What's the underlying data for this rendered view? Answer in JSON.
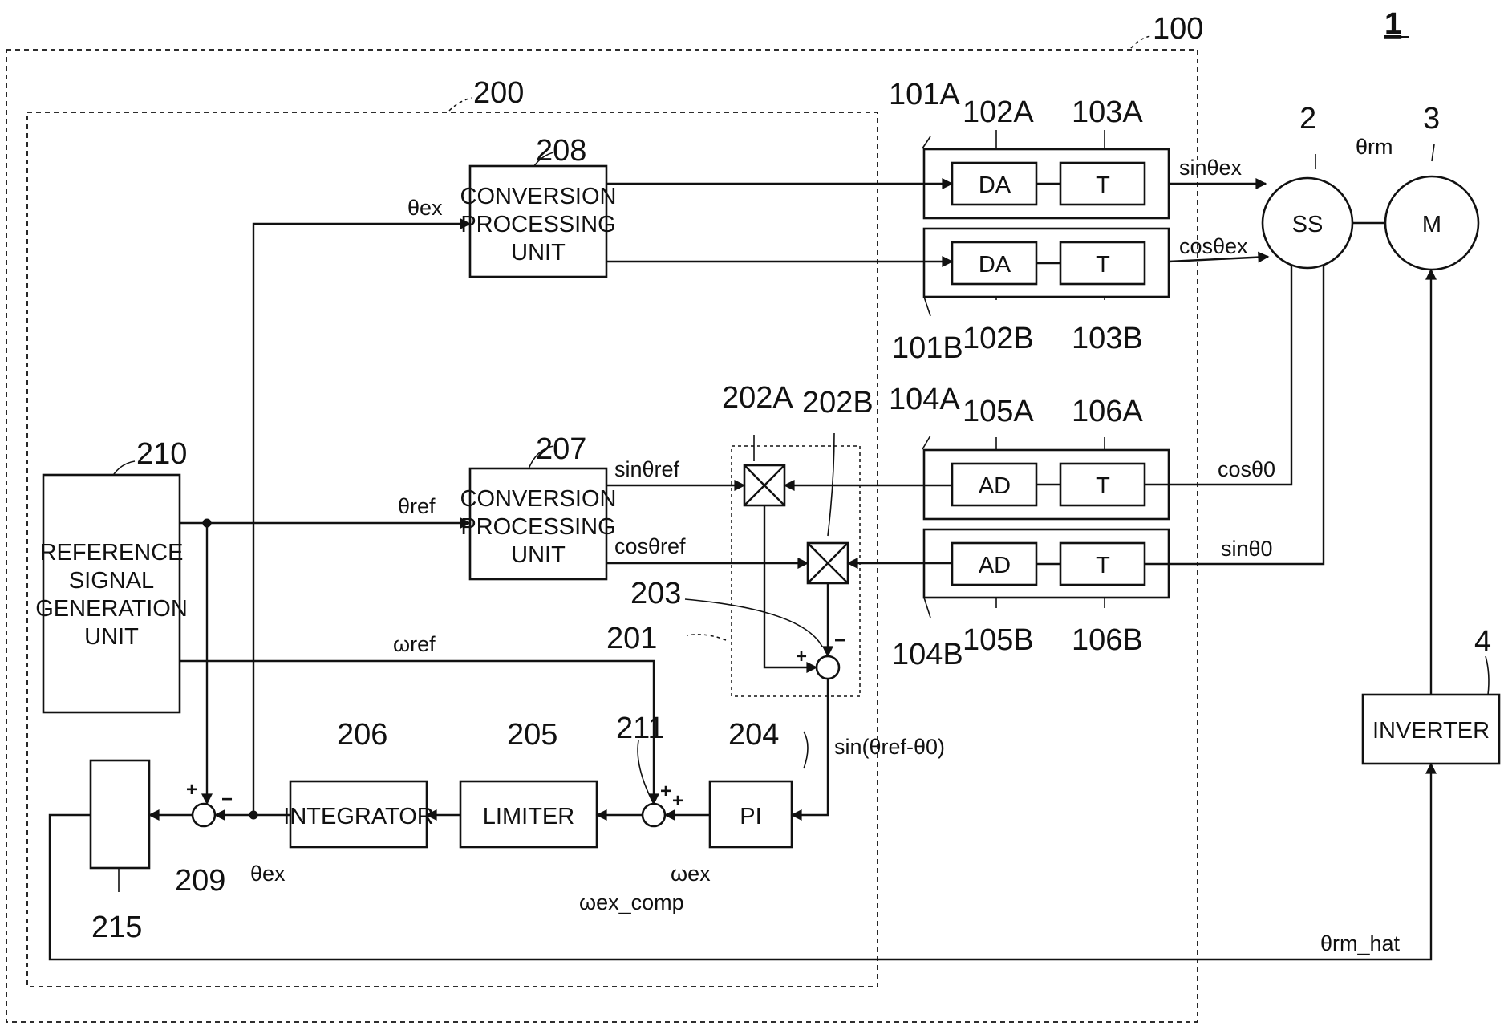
{
  "labels": {
    "system": "1",
    "device": "100",
    "controller": "200",
    "ss_ref": "2",
    "motor_ref": "3",
    "inverter_ref": "4",
    "r101A": "101A",
    "r102A": "102A",
    "r103A": "103A",
    "r101B": "101B",
    "r102B": "102B",
    "r103B": "103B",
    "r104A": "104A",
    "r105A": "105A",
    "r106A": "106A",
    "r104B": "104B",
    "r105B": "105B",
    "r106B": "106B",
    "r201": "201",
    "r202A": "202A",
    "r202B": "202B",
    "r203": "203",
    "r204": "204",
    "r205": "205",
    "r206": "206",
    "r207": "207",
    "r208": "208",
    "r209": "209",
    "r210": "210",
    "r211": "211",
    "r215": "215"
  },
  "blocks": {
    "conversion_top": [
      "CONVERSION",
      "PROCESSING",
      "UNIT"
    ],
    "conversion_mid": [
      "CONVERSION",
      "PROCESSING",
      "UNIT"
    ],
    "reference": [
      "REFERENCE",
      "SIGNAL",
      "GENERATION",
      "UNIT"
    ],
    "da": "DA",
    "ad": "AD",
    "t": "T",
    "ss": "SS",
    "motor": "M",
    "inverter": "INVERTER",
    "integrator": "INTEGRATOR",
    "limiter": "LIMITER",
    "pi": "PI"
  },
  "signals": {
    "theta_ex": "θex",
    "theta_ex_bottom": "θex",
    "theta_ref": "θref",
    "omega_ref": "ωref",
    "sin_theta_ref": "sinθref",
    "cos_theta_ref": "cosθref",
    "sin_theta_ex": "sinθex",
    "cos_theta_ex": "cosθex",
    "theta_rm": "θrm",
    "cos_theta0": "cosθ0",
    "sin_theta0": "sinθ0",
    "sin_diff": "sin(θref-θ0)",
    "omega_ex": "ωex",
    "omega_ex_comp": "ωex_comp",
    "theta_rm_hat": "θrm_hat"
  },
  "signs": {
    "plus": "+",
    "minus": "−"
  }
}
